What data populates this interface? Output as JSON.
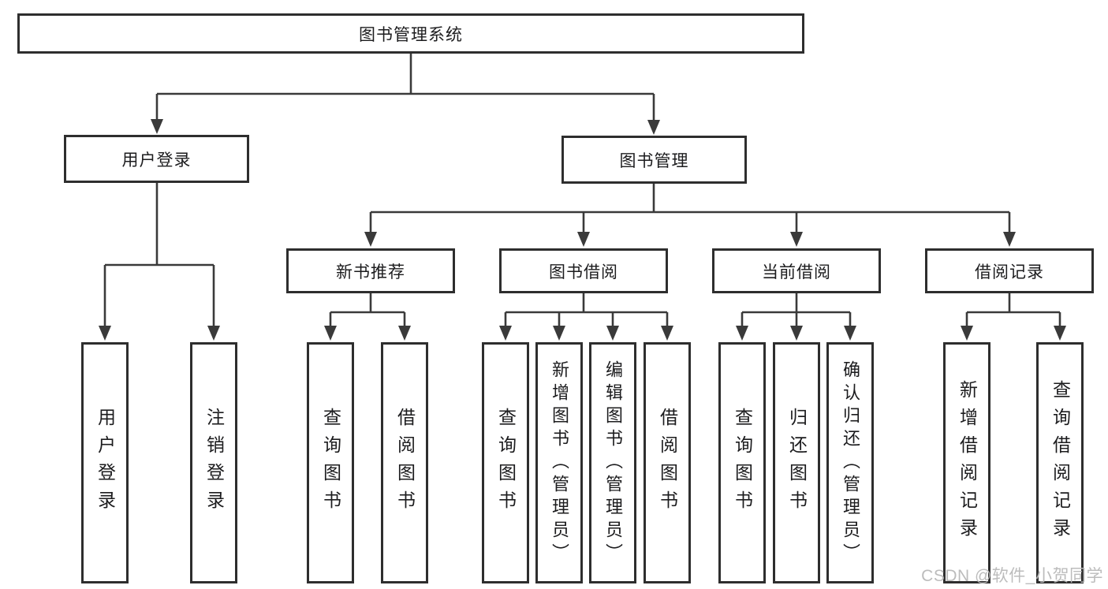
{
  "diagram": {
    "root": {
      "label": "图书管理系统"
    },
    "level2": [
      {
        "label": "用户登录"
      },
      {
        "label": "图书管理"
      }
    ],
    "level3": [
      {
        "label": "新书推荐"
      },
      {
        "label": "图书借阅"
      },
      {
        "label": "当前借阅"
      },
      {
        "label": "借阅记录"
      }
    ],
    "leaves": {
      "user_login": [
        {
          "label": "用户登录"
        },
        {
          "label": "注销登录"
        }
      ],
      "new_book_recommend": [
        {
          "label": "查询图书"
        },
        {
          "label": "借阅图书"
        }
      ],
      "book_borrow": [
        {
          "label": "查询图书"
        },
        {
          "label": "新增图书（管理员）"
        },
        {
          "label": "编辑图书（管理员）"
        },
        {
          "label": "借阅图书"
        }
      ],
      "current_borrow": [
        {
          "label": "查询图书"
        },
        {
          "label": "归还图书"
        },
        {
          "label": "确认归还（管理员）"
        }
      ],
      "borrow_records": [
        {
          "label": "新增借阅记录"
        },
        {
          "label": "查询借阅记录"
        }
      ]
    }
  },
  "watermark": {
    "text": "CSDN @软件_小贺同学"
  },
  "colors": {
    "line": "#3a3a3a",
    "border": "#2e2e2e",
    "text": "#1c1c1e",
    "watermark": "#b9b9b9",
    "background": "#ffffff"
  }
}
